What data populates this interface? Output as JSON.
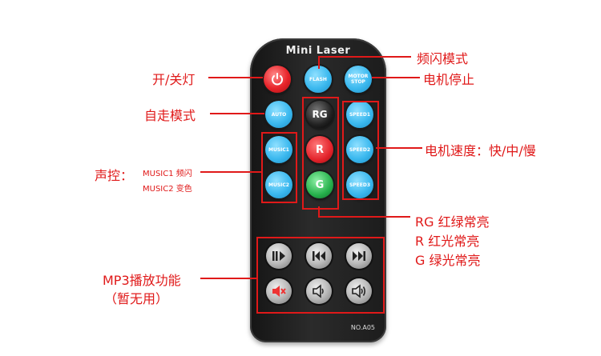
{
  "remote": {
    "title": "Mini Laser",
    "model": "NO.A05",
    "buttons": {
      "flash": "FLASH",
      "motor_stop": "MOTOR STOP",
      "auto": "AUTO",
      "rg": "RG",
      "r": "R",
      "g": "G",
      "speed1": "SPEED1",
      "speed2": "SPEED2",
      "speed3": "SPEED3",
      "music1": "MUSIC1",
      "music2": "MUSIC2"
    }
  },
  "annotations": {
    "power": "开/关灯",
    "flash": "频闪模式",
    "motor_stop": "电机停止",
    "auto": "自走模式",
    "speed": "电机速度：快/中/慢",
    "sound_title": "声控：",
    "sound_line1": "MUSIC1 频闪",
    "sound_line2": "MUSIC2 变色",
    "rg_line": "RG 红绿常亮",
    "r_line": "R 红光常亮",
    "g_line": "G 绿光常亮",
    "mp3": "MP3播放功能",
    "mp3_sub": "（暂无用）"
  },
  "colors": {
    "annotation": "#e01919",
    "button_blue": "#3cb9ef"
  }
}
